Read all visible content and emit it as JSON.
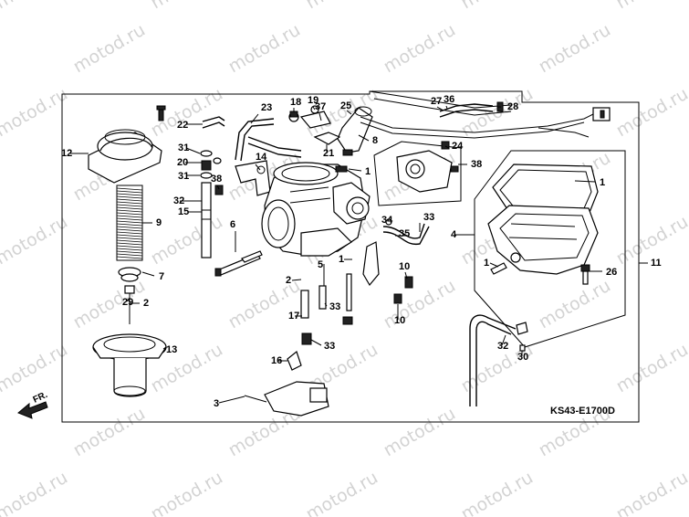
{
  "watermark_text": "motod.ru",
  "diagram_code": "KS43-E1700D",
  "front_arrow_label": "FR.",
  "callouts": [
    "1",
    "1",
    "1",
    "1",
    "2",
    "2",
    "3",
    "4",
    "5",
    "6",
    "7",
    "8",
    "9",
    "10",
    "10",
    "11",
    "12",
    "13",
    "14",
    "15",
    "16",
    "17",
    "18",
    "19",
    "20",
    "21",
    "22",
    "23",
    "24",
    "25",
    "26",
    "27",
    "28",
    "29",
    "30",
    "31",
    "31",
    "32",
    "32",
    "33",
    "33",
    "33",
    "34",
    "35",
    "36",
    "37",
    "38",
    "38"
  ]
}
